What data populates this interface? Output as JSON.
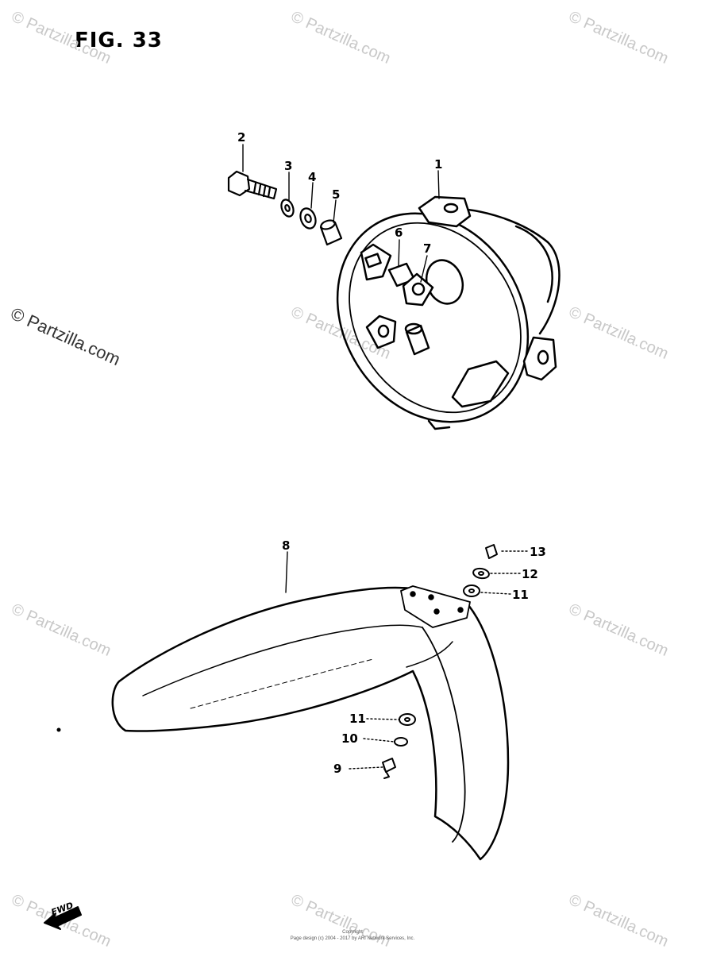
{
  "figure": {
    "title": "FIG. 33"
  },
  "callouts": [
    {
      "number": "1"
    },
    {
      "number": "2"
    },
    {
      "number": "3"
    },
    {
      "number": "4"
    },
    {
      "number": "5"
    },
    {
      "number": "6"
    },
    {
      "number": "7"
    },
    {
      "number": "8"
    },
    {
      "number": "9"
    },
    {
      "number": "10"
    },
    {
      "number": "11"
    },
    {
      "number": "11"
    },
    {
      "number": "12"
    },
    {
      "number": "13"
    }
  ],
  "watermark": {
    "text": "© Partzilla.com"
  },
  "direction_indicator": {
    "label": "FWD"
  },
  "footer": {
    "line1": "Copyright",
    "line2": "Page design (c) 2004 - 2017 by ARI Network Services, Inc."
  }
}
